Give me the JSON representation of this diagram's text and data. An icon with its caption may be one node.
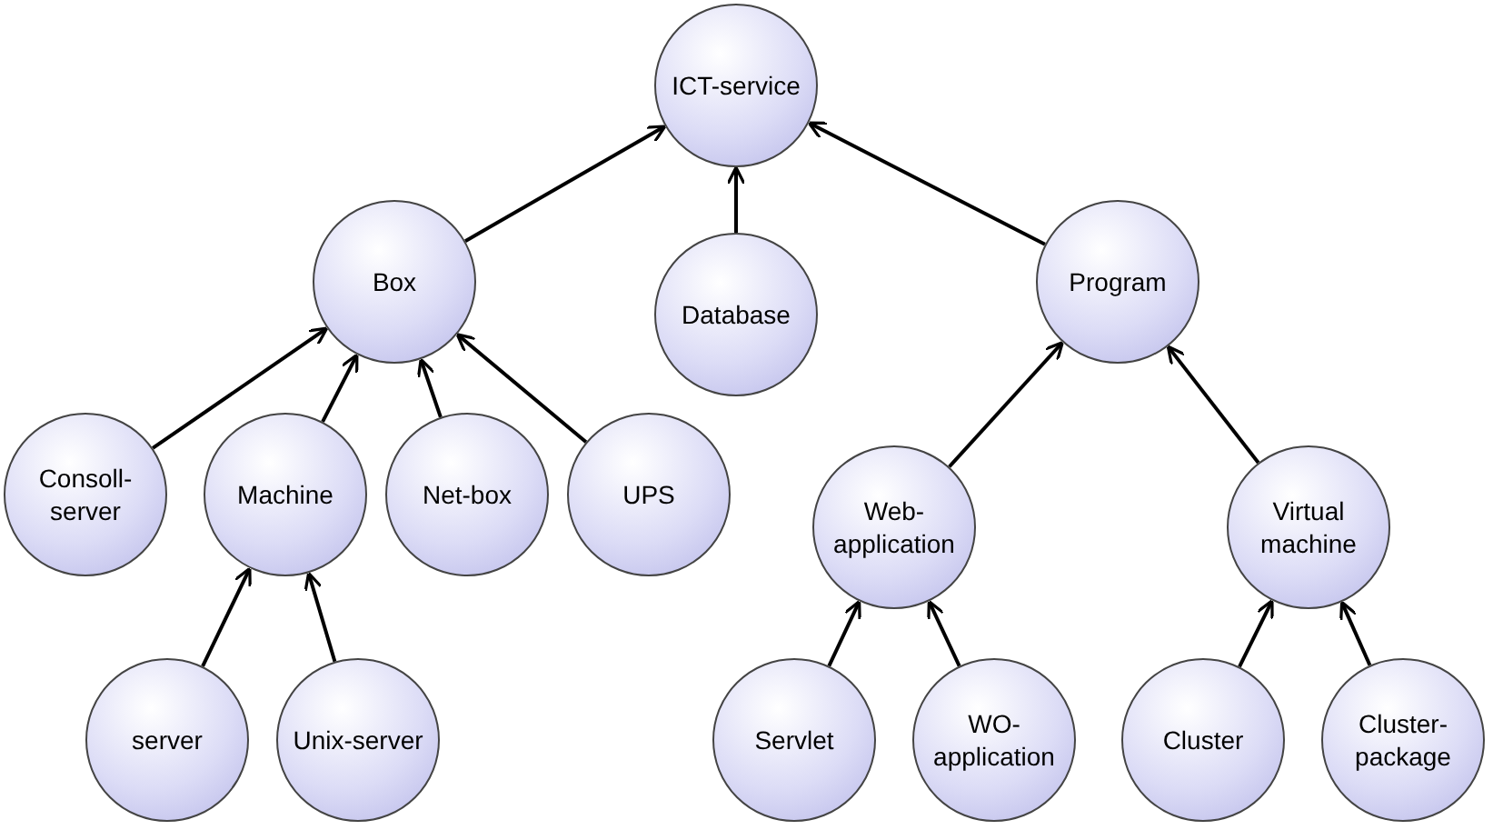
{
  "diagram": {
    "nodes": [
      {
        "text": [
          "ICT-service"
        ]
      },
      {
        "text": [
          "Box"
        ]
      },
      {
        "text": [
          "Database"
        ]
      },
      {
        "text": [
          "Program"
        ]
      },
      {
        "text": [
          "Consoll-server"
        ]
      },
      {
        "text": [
          "Machine"
        ]
      },
      {
        "text": [
          "Net-box"
        ]
      },
      {
        "text": [
          "UPS"
        ]
      },
      {
        "text": [
          "Web-application"
        ]
      },
      {
        "text": [
          "Virtual machine"
        ]
      },
      {
        "text": [
          "server"
        ]
      },
      {
        "text": [
          "Unix-server"
        ]
      },
      {
        "text": [
          "Servlet"
        ]
      },
      {
        "text": [
          "WO-application"
        ]
      },
      {
        "text": [
          "Cluster"
        ]
      },
      {
        "text": [
          "Cluster-package"
        ]
      }
    ],
    "edges": [
      {
        "from": 1,
        "to": 0,
        "arrow": "to"
      },
      {
        "from": 2,
        "to": 0,
        "arrow": "to"
      },
      {
        "from": 3,
        "to": 0,
        "arrow": "to"
      },
      {
        "from": 4,
        "to": 1,
        "arrow": "to"
      },
      {
        "from": 5,
        "to": 1,
        "arrow": "to"
      },
      {
        "from": 6,
        "to": 1,
        "arrow": "to"
      },
      {
        "from": 7,
        "to": 1,
        "arrow": "to"
      },
      {
        "from": 8,
        "to": 3,
        "arrow": "to"
      },
      {
        "from": 9,
        "to": 3,
        "arrow": "to"
      },
      {
        "from": 10,
        "to": 5,
        "arrow": "to"
      },
      {
        "from": 11,
        "to": 5,
        "arrow": "to"
      },
      {
        "from": 12,
        "to": 8,
        "arrow": "to"
      },
      {
        "from": 13,
        "to": 8,
        "arrow": "to"
      },
      {
        "from": 14,
        "to": 9,
        "arrow": "to"
      },
      {
        "from": 15,
        "to": 9,
        "arrow": "to"
      }
    ]
  }
}
